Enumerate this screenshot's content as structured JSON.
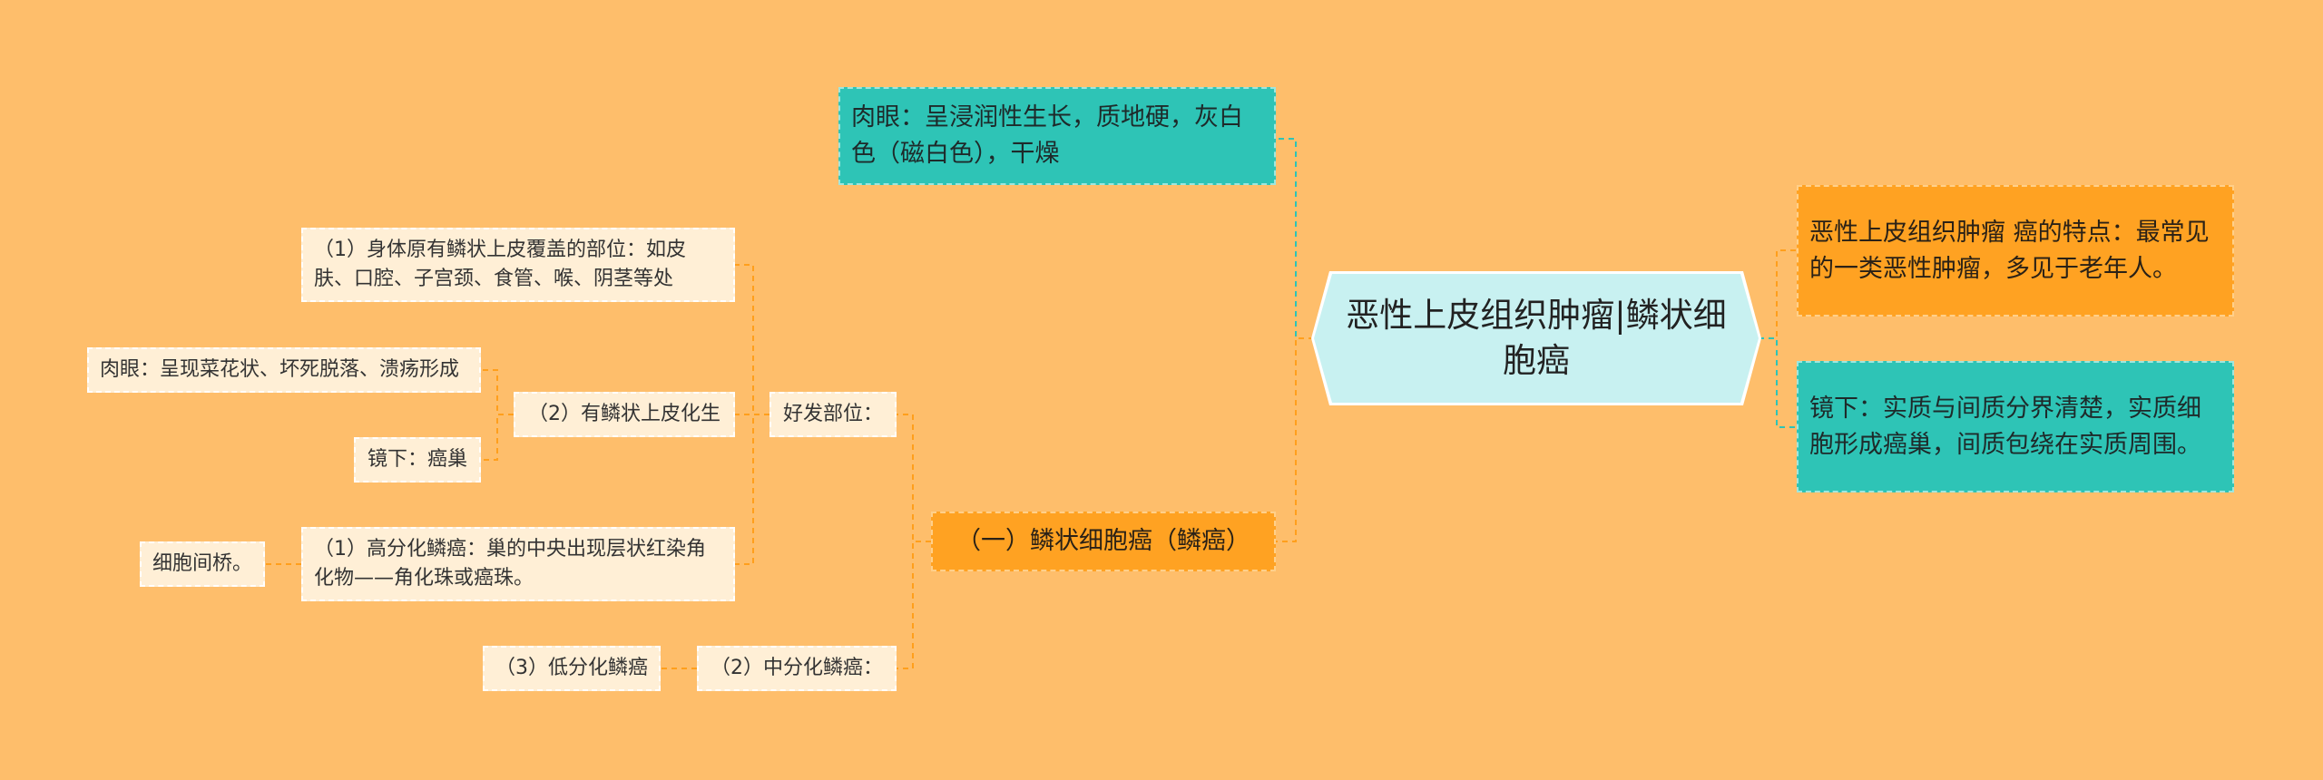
{
  "colors": {
    "background": "#FEBE6B",
    "root": "#C8F1F1",
    "teal": "#2EC4B6",
    "orange": "#FFA222",
    "cream": "#FFEFD6",
    "edge_teal": "#2EC4B6",
    "edge_orange": "#FF9F1C"
  },
  "mindmap": {
    "root": "恶性上皮组织肿瘤|鳞状细胞癌",
    "right": {
      "feature": "恶性上皮组织肿瘤 癌的特点：最常见的一类恶性肿瘤，多见于老年人。",
      "microscope": "镜下：实质与间质分界清楚，实质细胞形成癌巢，间质包绕在实质周围。"
    },
    "left": {
      "naked_eye": "肉眼：呈浸润性生长，质地硬，灰白色（磁白色），干燥",
      "scc": "（一）鳞状细胞癌（鳞癌）",
      "site": "好发部位：",
      "site_1": "（1）身体原有鳞状上皮覆盖的部位：如皮肤、口腔、子宫颈、食管、喉、阴茎等处",
      "site_2": "（2）有鳞状上皮化生",
      "site_2_eye": "肉眼：呈现菜花状、坏死脱落、溃疡形成",
      "site_2_micro": "镜下：癌巢",
      "well_diff": "（1）高分化鳞癌：巢的中央出现层状红染角化物——角化珠或癌珠。",
      "well_diff_child": "细胞间桥。",
      "moderate": "（2）中分化鳞癌：",
      "poor": "（3）低分化鳞癌"
    }
  }
}
